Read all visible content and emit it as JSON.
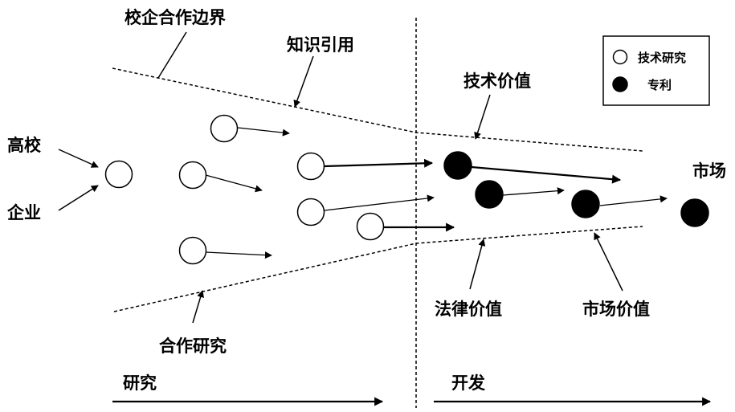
{
  "labels": {
    "boundary": "校企合作边界",
    "knowledge_citation": "知识引用",
    "technical_value": "技术价值",
    "university": "高校",
    "enterprise": "企业",
    "legal_value": "法律价值",
    "market_value": "市场价值",
    "cooperative_research": "合作研究",
    "market": "市场",
    "research_phase": "研究",
    "development_phase": "开发"
  },
  "legend": {
    "open_circle": "技术研究",
    "filled_circle": "专利"
  },
  "colors": {
    "ink": "#000000",
    "paper": "#ffffff"
  }
}
